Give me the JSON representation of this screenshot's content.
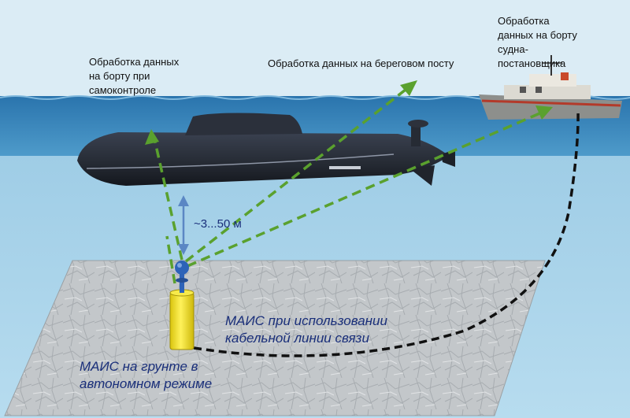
{
  "labels": {
    "self_control": "Обработка данных\nна борту при\nсамоконтроле",
    "shore_post": "Обработка данных на береговом посту",
    "ship_board": "Обработка\nданных на борту\nсудна-\nпостановщика",
    "distance": "~3...50 м",
    "cable_mode": "МАИС при использовании\nкабельной линии связи",
    "autonomous_mode": "МАИС на грунте в\nавтономном режиме"
  },
  "colors": {
    "sky": "#d6e9f3",
    "sea_surface": "#2f7fb3",
    "water": "#a9d3ea",
    "seabed": "#bfc3c6",
    "link_dashed": "#5aa12e",
    "cable": "#111111",
    "distance_arrow": "#5b87c4",
    "buoy": "#f2e018",
    "sensor_head": "#2d63b8",
    "submarine": "#2a2f3a",
    "text_blue": "#1a2f7a"
  }
}
